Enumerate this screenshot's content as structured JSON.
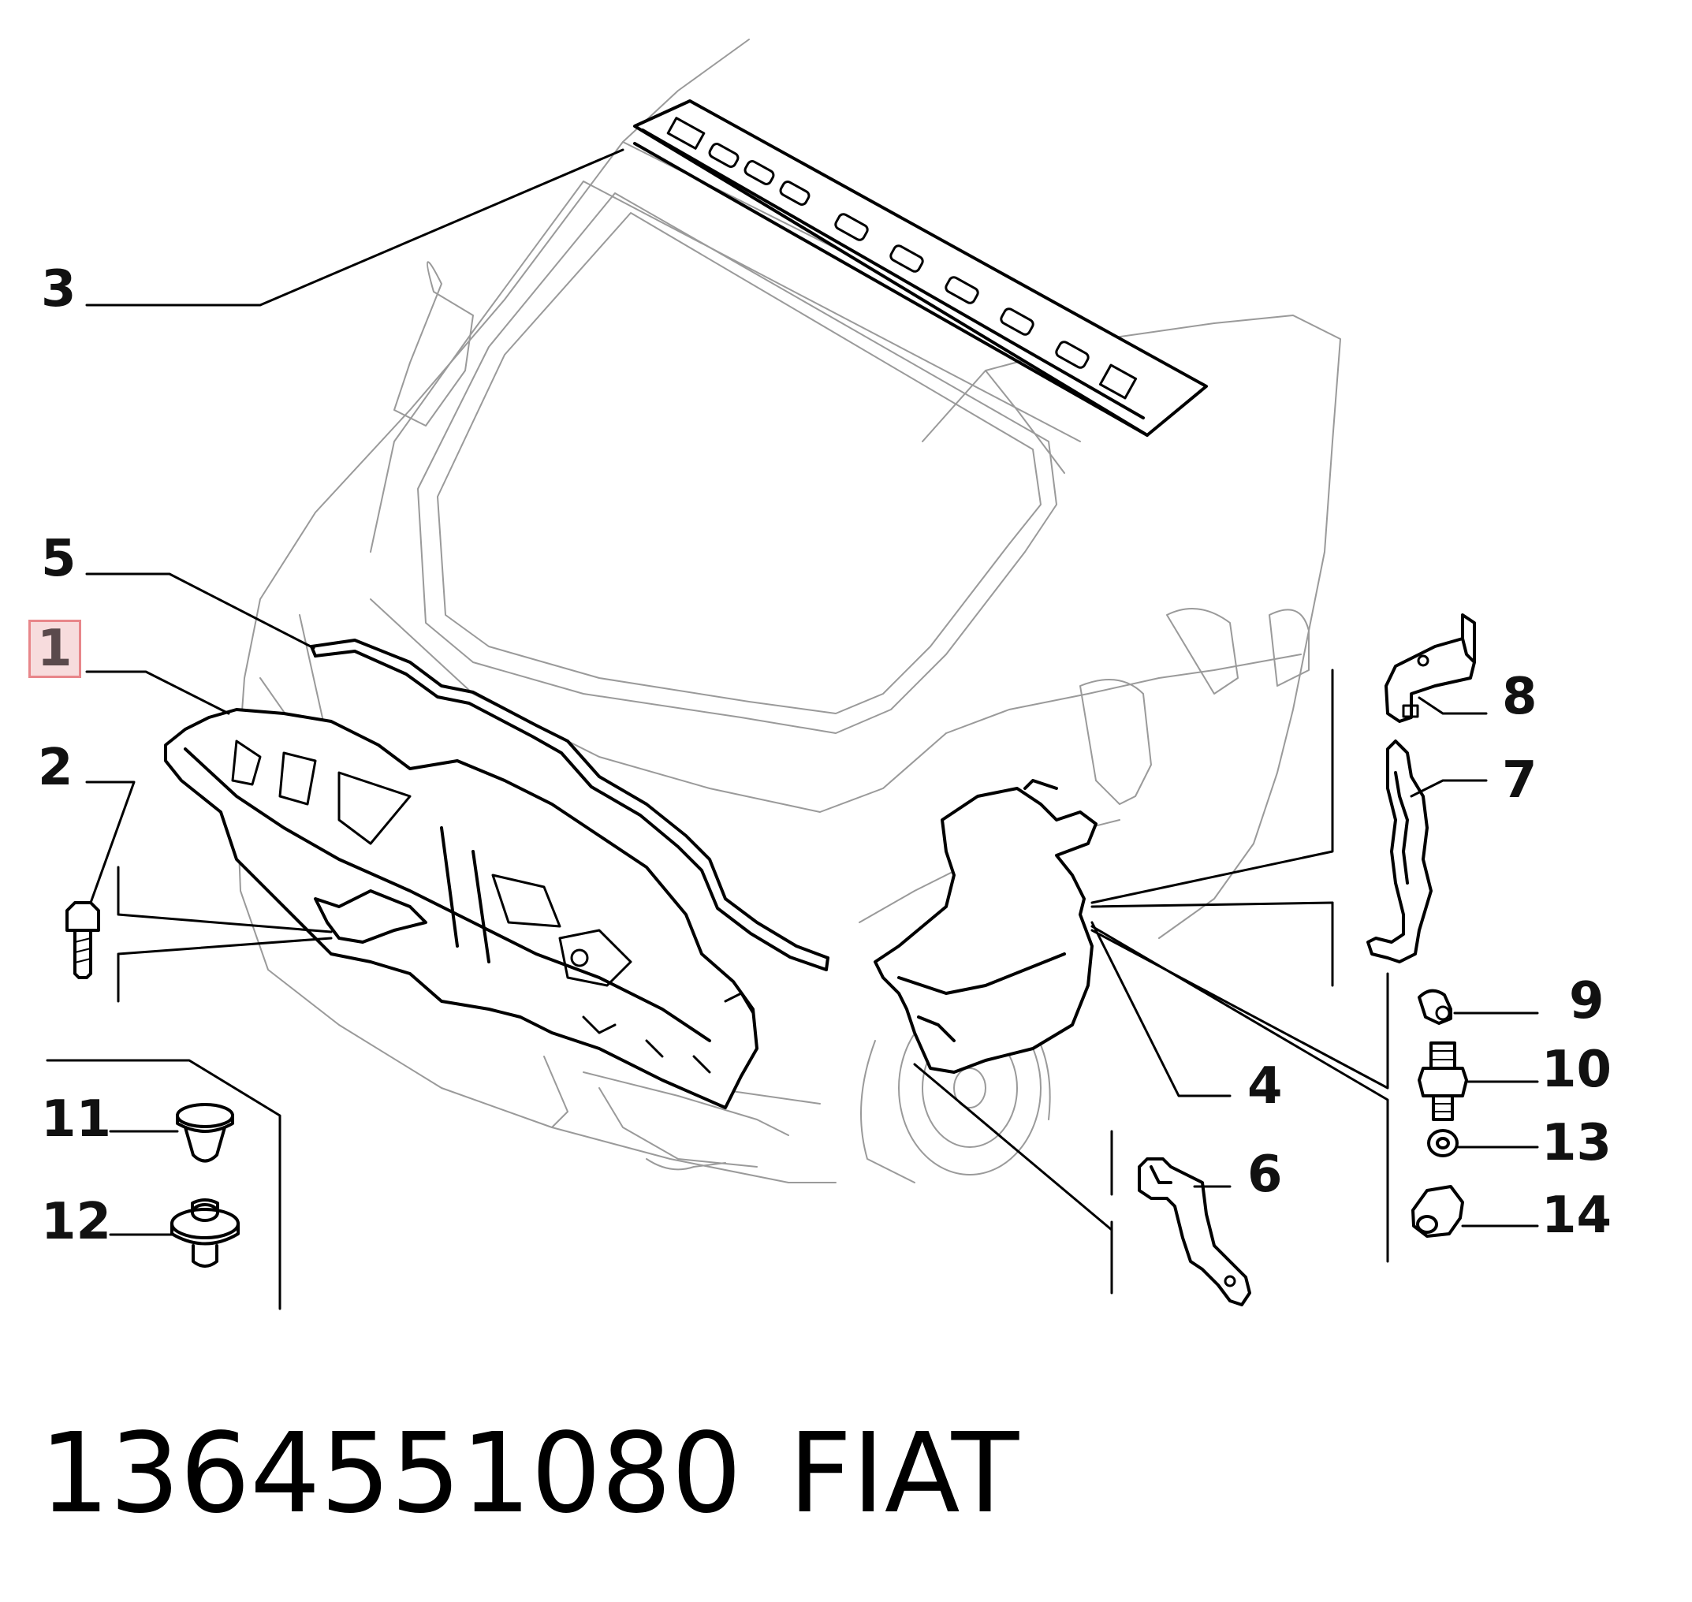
{
  "callouts": {
    "c1": "1",
    "c2": "2",
    "c3": "3",
    "c4": "4",
    "c5": "5",
    "c6": "6",
    "c7": "7",
    "c8": "8",
    "c9": "9",
    "c10": "10",
    "c11": "11",
    "c12": "12",
    "c13": "13",
    "c14": "14"
  },
  "highlighted_part": "1",
  "colors": {
    "highlight_border": "#e8868a",
    "highlight_fill": "#f7dcdd",
    "line": "#000000"
  },
  "footer": {
    "part_number": "1364551080",
    "brand": "FIAT"
  }
}
